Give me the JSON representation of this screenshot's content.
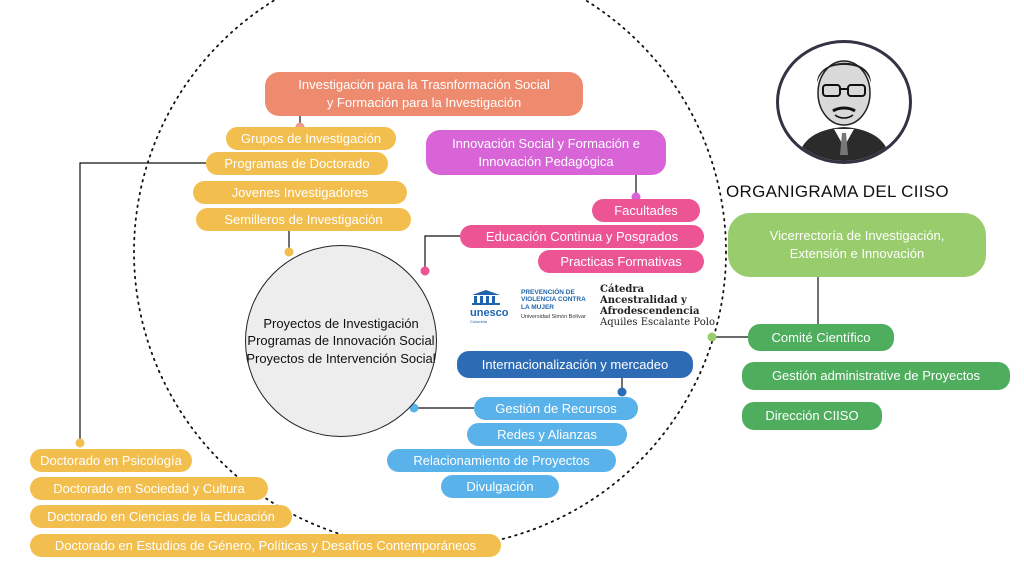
{
  "title": "ORGANIGRAMA DEL CIISO",
  "center": {
    "line1": "Proyectos de Investigación",
    "line2": "Programas de Innovación Social",
    "line3": "Proyectos de Intervención Social"
  },
  "top_node": {
    "line1": "Investigación para la Trasnformación Social",
    "line2": "y Formación para la Investigación"
  },
  "research_items": [
    "Grupos de Investigación",
    "Programas de Doctorado",
    "Jovenes Investigadores",
    "Semilleros de Investigación"
  ],
  "doctorates": [
    "Doctorado en Psicología",
    "Doctorado en Sociedad y Cultura",
    "Doctorado en Ciencias de la Educación",
    "Doctorado en Estudios de Género, Políticas y Desafíos Contemporáneos"
  ],
  "innovation_node": {
    "line1": "Innovación Social y Formación e",
    "line2": "Innovación Pedagógica"
  },
  "innovation_items": [
    "Facultades",
    "Educación Continua y Posgrados",
    "Practicas Formativas"
  ],
  "intl_node": "Internacionalización y mercadeo",
  "intl_items": [
    "Gestión de Recursos",
    "Redes y Alianzas",
    "Relacionamiento de Proyectos",
    "Divulgación"
  ],
  "vice_node": {
    "line1": "Vicerrectoría de Investigación,",
    "line2": "Extensión e Innovación"
  },
  "admin_items": [
    "Comité  Científico",
    "Gestión administrative de Proyectos",
    "Dirección CIISO"
  ],
  "logos": {
    "unesco": "unesco",
    "unesco_sub": "Colombia",
    "prevencion": [
      "PREVENCIÓN DE",
      "VIOLENCIA CONTRA",
      "LA MUJER"
    ],
    "prevencion_sub": "Universidad Simón Bolívar",
    "catedra": [
      "Cátedra",
      "Ancestralidad y",
      "Afrodescendencia"
    ],
    "catedra_sub": "Aquiles Escalante Polo"
  },
  "colors": {
    "yellow": "#F2BE4D",
    "salmon": "#EE8A6E",
    "magenta": "#D864D8",
    "pink": "#EC5494",
    "navy": "#2E6BB5",
    "sky": "#5AB2EA",
    "lime": "#98CC6C",
    "green": "#4FAE5E"
  }
}
